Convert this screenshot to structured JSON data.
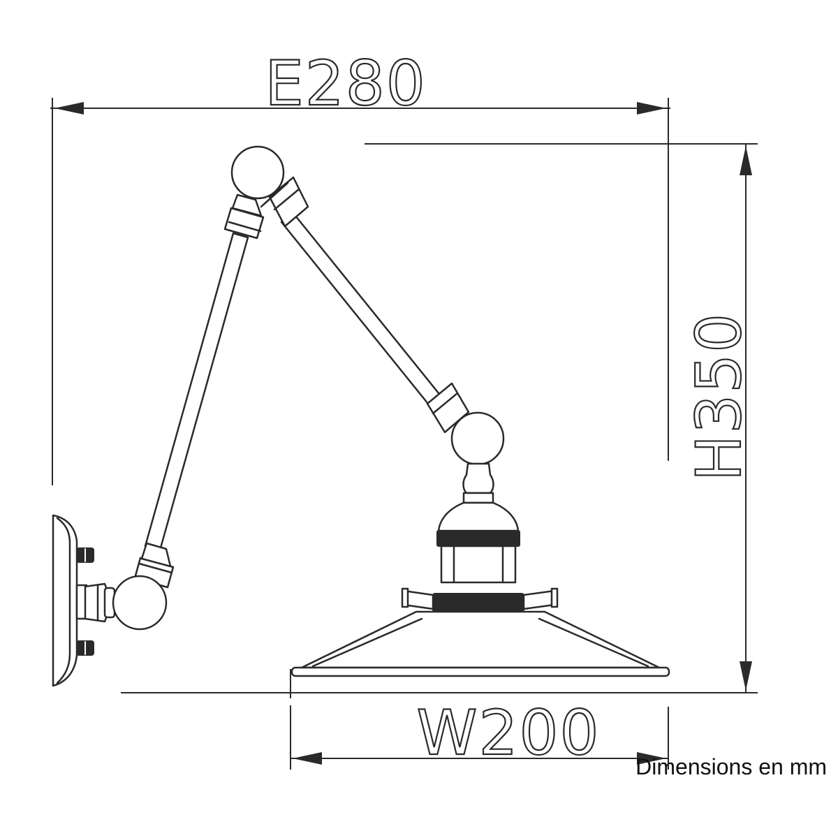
{
  "dimensions": {
    "extension_label": "E280",
    "height_label": "H350",
    "width_label": "W200"
  },
  "caption": "Dimensions en mm",
  "colors": {
    "line": "#2a2a2a",
    "background": "#ffffff"
  }
}
